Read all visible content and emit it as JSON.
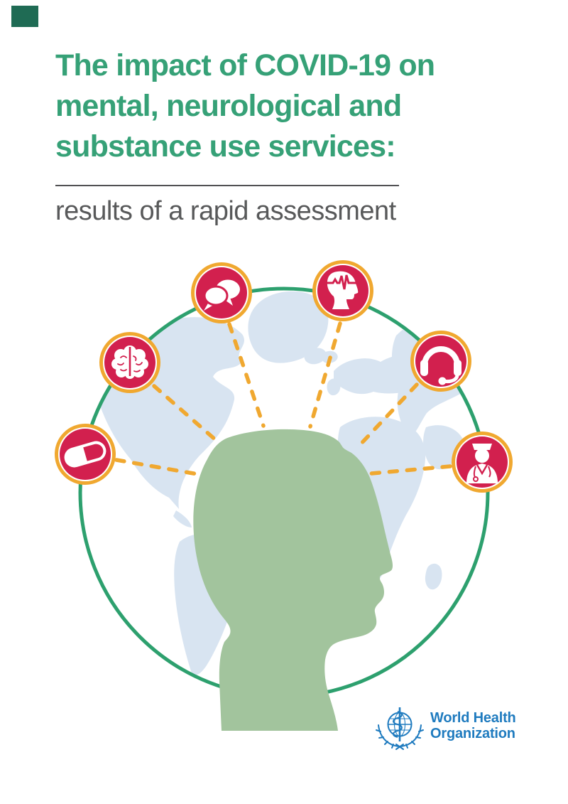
{
  "document": {
    "title_lines": [
      "The impact of COVID-19 on",
      "mental, neurological and",
      "substance use services:"
    ],
    "subtitle": "results of a rapid assessment"
  },
  "illustration": {
    "icons": [
      {
        "name": "medication-pill"
      },
      {
        "name": "brain"
      },
      {
        "name": "counselling-speech-bubbles"
      },
      {
        "name": "mental-health-head-pulse"
      },
      {
        "name": "helpline-headset"
      },
      {
        "name": "health-worker-nurse"
      }
    ]
  },
  "footer": {
    "who_name_line1": "World Health",
    "who_name_line2": "Organization"
  },
  "colors": {
    "title_green": "#36a177",
    "circle_green": "#2da06e",
    "head_green": "#a2c49d",
    "icon_crimson": "#d2204e",
    "ring_gold": "#f0a830",
    "map_blue": "#d8e4f1",
    "text_gray": "#58595a",
    "who_blue": "#1f7bbf"
  }
}
